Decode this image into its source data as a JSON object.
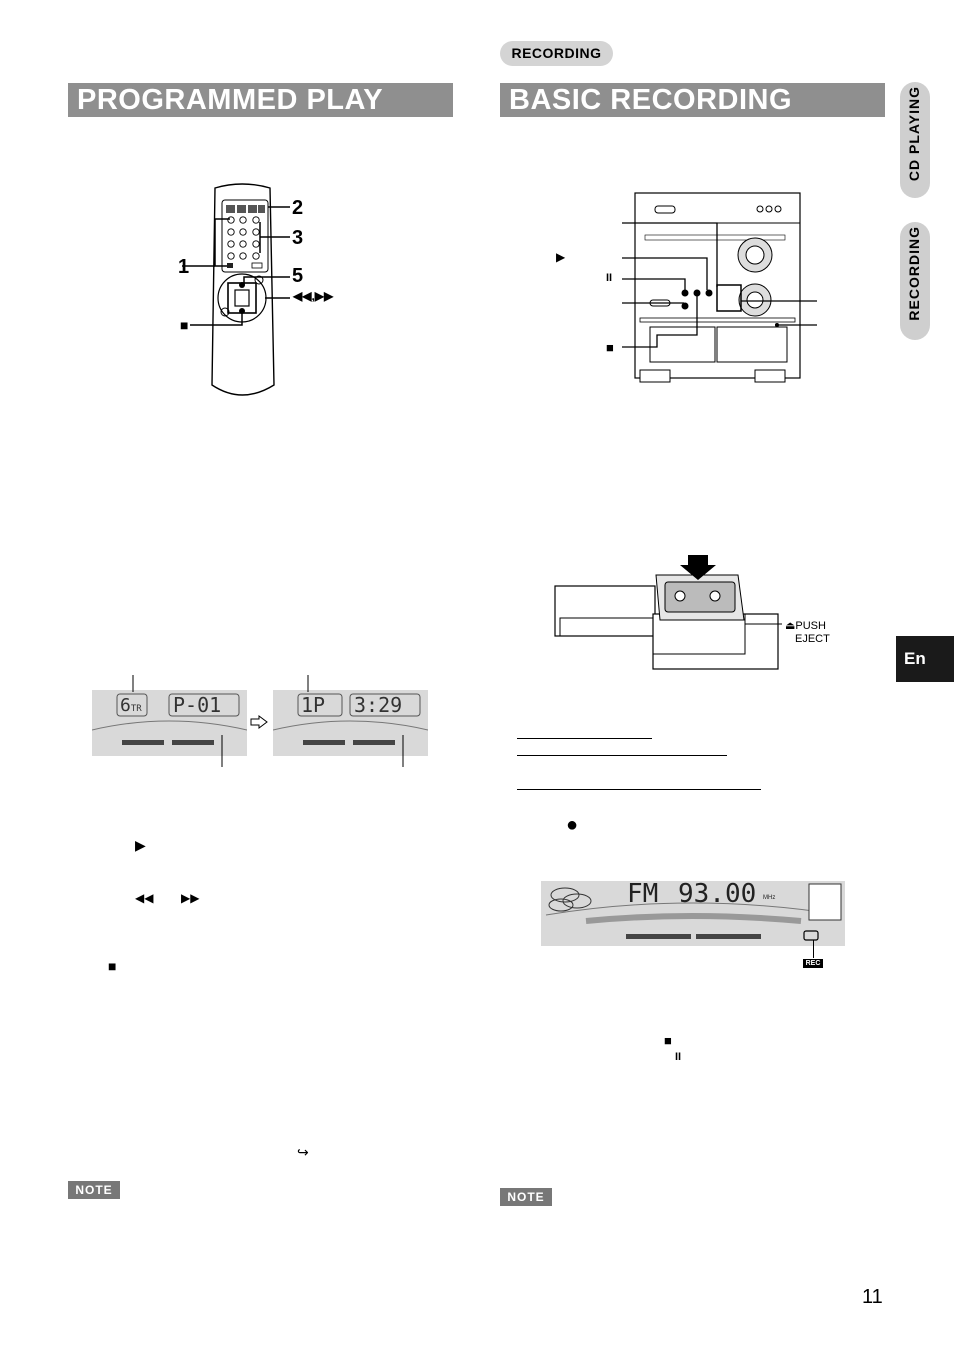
{
  "header": {
    "category_pill": "RECORDING"
  },
  "left": {
    "title": "PROGRAMMED PLAY",
    "remote_labels": {
      "l1": "1",
      "l2": "2",
      "l3": "3",
      "l5": "5",
      "skip": "◀◀,▶▶",
      "stop": "■"
    },
    "display1": {
      "track": "6",
      "track_suffix": "TR",
      "prog": "P-01"
    },
    "display2": {
      "track": "1",
      "track_suffix": "P",
      "time": "3:29"
    },
    "step_play": "▶",
    "step_skip_a": "◀◀",
    "step_skip_b": "▶▶",
    "step_stop": "■",
    "repeat_icon": "↪",
    "note_label": "NOTE"
  },
  "right": {
    "title": "BASIC RECORDING",
    "unit_labels": {
      "play": "▶",
      "pause": "II",
      "stop": "■"
    },
    "cassette_labels": {
      "push": "PUSH",
      "eject": "EJECT"
    },
    "record_glyph": "●",
    "lcd": {
      "band": "FM",
      "freq": "93.00",
      "unit": "MHz",
      "rec_badge": "REC"
    },
    "step_stop": "■",
    "step_pause": "II",
    "note_label": "NOTE"
  },
  "side": {
    "tab1": "CD PLAYING",
    "tab2": "RECORDING",
    "lang": "En"
  },
  "footer": {
    "page_number": "11"
  }
}
